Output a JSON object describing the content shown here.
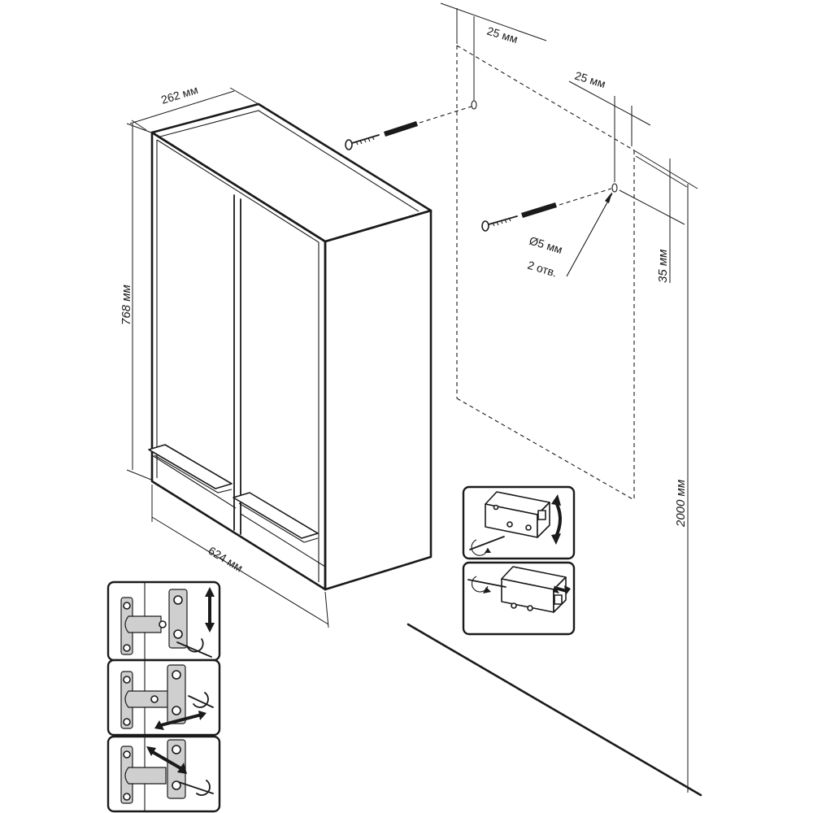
{
  "dimensions": {
    "depth": "262 мм",
    "height": "768 мм",
    "width": "624 мм",
    "offset_left": "25 мм",
    "offset_right": "25 мм",
    "hole_vertical": "35 мм",
    "mount_height": "2000 мм"
  },
  "holes": {
    "diameter": "Ø5 мм",
    "count": "2 отв."
  },
  "icons": {
    "screw": "screw-icon",
    "dowel": "wall-plug-icon",
    "hinge": "hinge-icon",
    "bracket": "hanging-bracket-icon",
    "screwdriver": "screwdriver-icon",
    "rotate": "rotate-arrow-icon",
    "move": "double-arrow-icon"
  },
  "colors": {
    "line": "#1a1a1a",
    "background": "#ffffff",
    "fill_gray": "#cfcfcf"
  }
}
